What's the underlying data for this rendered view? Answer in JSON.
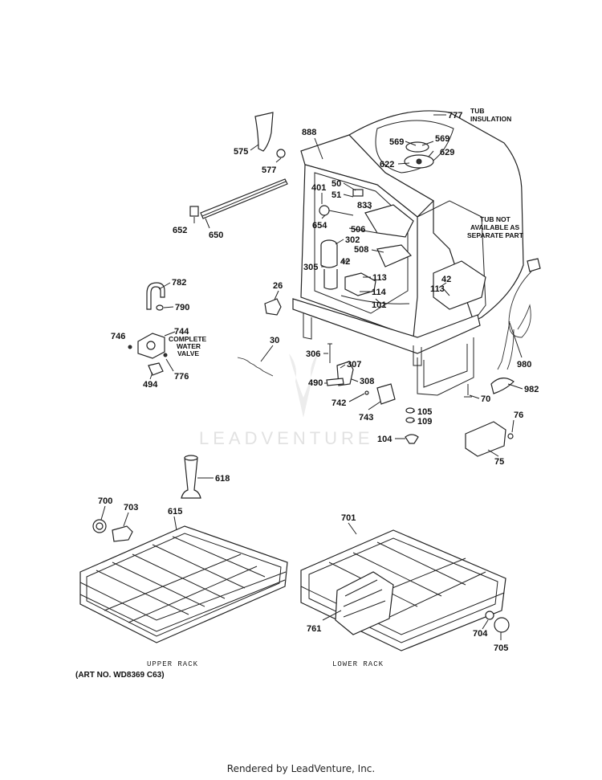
{
  "diagram": {
    "watermark": "LEADVENTURE",
    "art_number": "(ART NO. WD8369 C63)",
    "upper_rack_caption": "UPPER RACK",
    "lower_rack_caption": "LOWER RACK",
    "notes": {
      "tub_insulation": [
        "TUB",
        "INSULATION"
      ],
      "tub_not_available": [
        "TUB NOT",
        "AVAILABLE AS",
        "SEPARATE PART"
      ],
      "complete_water_valve": [
        "COMPLETE",
        "WATER",
        "VALVE"
      ]
    },
    "part_labels": [
      "777",
      "888",
      "569",
      "569",
      "629",
      "622",
      "575",
      "577",
      "50",
      "51",
      "401",
      "833",
      "654",
      "506",
      "302",
      "508",
      "42",
      "305",
      "113",
      "114",
      "101",
      "652",
      "650",
      "782",
      "790",
      "746",
      "744",
      "494",
      "776",
      "26",
      "30",
      "306",
      "307",
      "490",
      "308",
      "742",
      "743",
      "105",
      "109",
      "104",
      "42",
      "113",
      "980",
      "70",
      "982",
      "76",
      "75",
      "618",
      "700",
      "703",
      "615",
      "701",
      "761",
      "704",
      "705"
    ]
  },
  "footer": {
    "text": "Rendered by LeadVenture, Inc."
  }
}
